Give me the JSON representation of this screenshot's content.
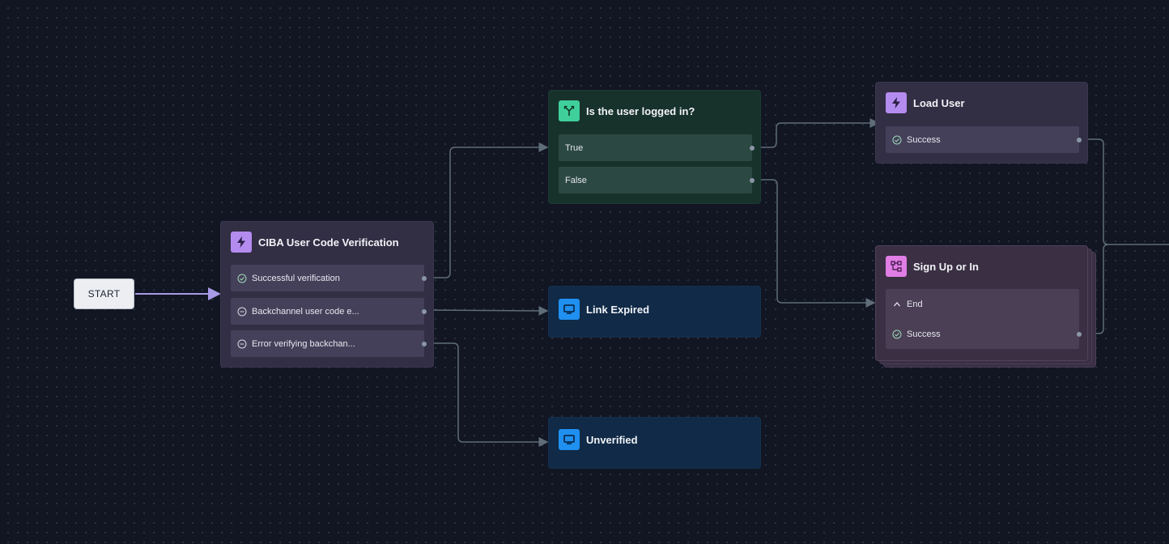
{
  "canvas": {
    "start_label": "START"
  },
  "nodes": {
    "ciba": {
      "title": "CIBA User Code Verification",
      "icon": "lightning-icon",
      "outputs": [
        {
          "label": "Successful verification",
          "icon": "check-circle-icon"
        },
        {
          "label": "Backchannel user code e...",
          "icon": "minus-circle-icon"
        },
        {
          "label": "Error verifying backchan...",
          "icon": "minus-circle-icon"
        }
      ]
    },
    "logged_in": {
      "title": "Is the user logged in?",
      "icon": "branch-icon",
      "outputs": [
        {
          "label": "True"
        },
        {
          "label": "False"
        }
      ]
    },
    "link_expired": {
      "title": "Link Expired",
      "icon": "screen-icon"
    },
    "unverified": {
      "title": "Unverified",
      "icon": "screen-icon"
    },
    "load_user": {
      "title": "Load User",
      "icon": "lightning-icon",
      "outputs": [
        {
          "label": "Success",
          "icon": "check-circle-icon"
        }
      ]
    },
    "sign_up": {
      "title": "Sign Up or In",
      "icon": "flow-icon",
      "outputs": [
        {
          "label": "End",
          "icon": "chevron-up-icon"
        },
        {
          "label": "Success",
          "icon": "check-circle-icon"
        }
      ]
    }
  },
  "colors": {
    "background": "#111622",
    "action_accent": "#b48cf0",
    "condition_accent": "#3fcf9a",
    "screen_accent": "#1f8ff0",
    "flow_accent": "#e07ee6",
    "start_edge": "#a99ae8",
    "edge": "#5f6d79"
  }
}
